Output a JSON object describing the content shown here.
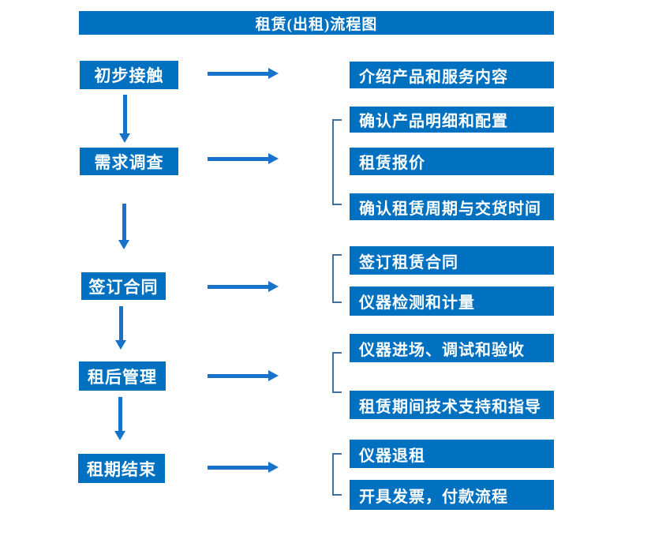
{
  "title": "租赁(出租)流程图",
  "colors": {
    "box": "#0070c0",
    "arrow": "#1673c9",
    "bracket": "#41719c",
    "text": "#ffffff"
  },
  "steps": [
    {
      "label": "初步接触",
      "outputs": [
        "介绍产品和服务内容"
      ]
    },
    {
      "label": "需求调查",
      "outputs": [
        "确认产品明细和配置",
        "租赁报价",
        "确认租赁周期与交货时间"
      ]
    },
    {
      "label": "签订合同",
      "outputs": [
        "签订租赁合同",
        "仪器检测和计量"
      ]
    },
    {
      "label": "租后管理",
      "outputs": [
        "仪器进场、调试和验收",
        "租赁期间技术支持和指导"
      ]
    },
    {
      "label": "租期结束",
      "outputs": [
        "仪器退租",
        "开具发票，付款流程"
      ]
    }
  ]
}
